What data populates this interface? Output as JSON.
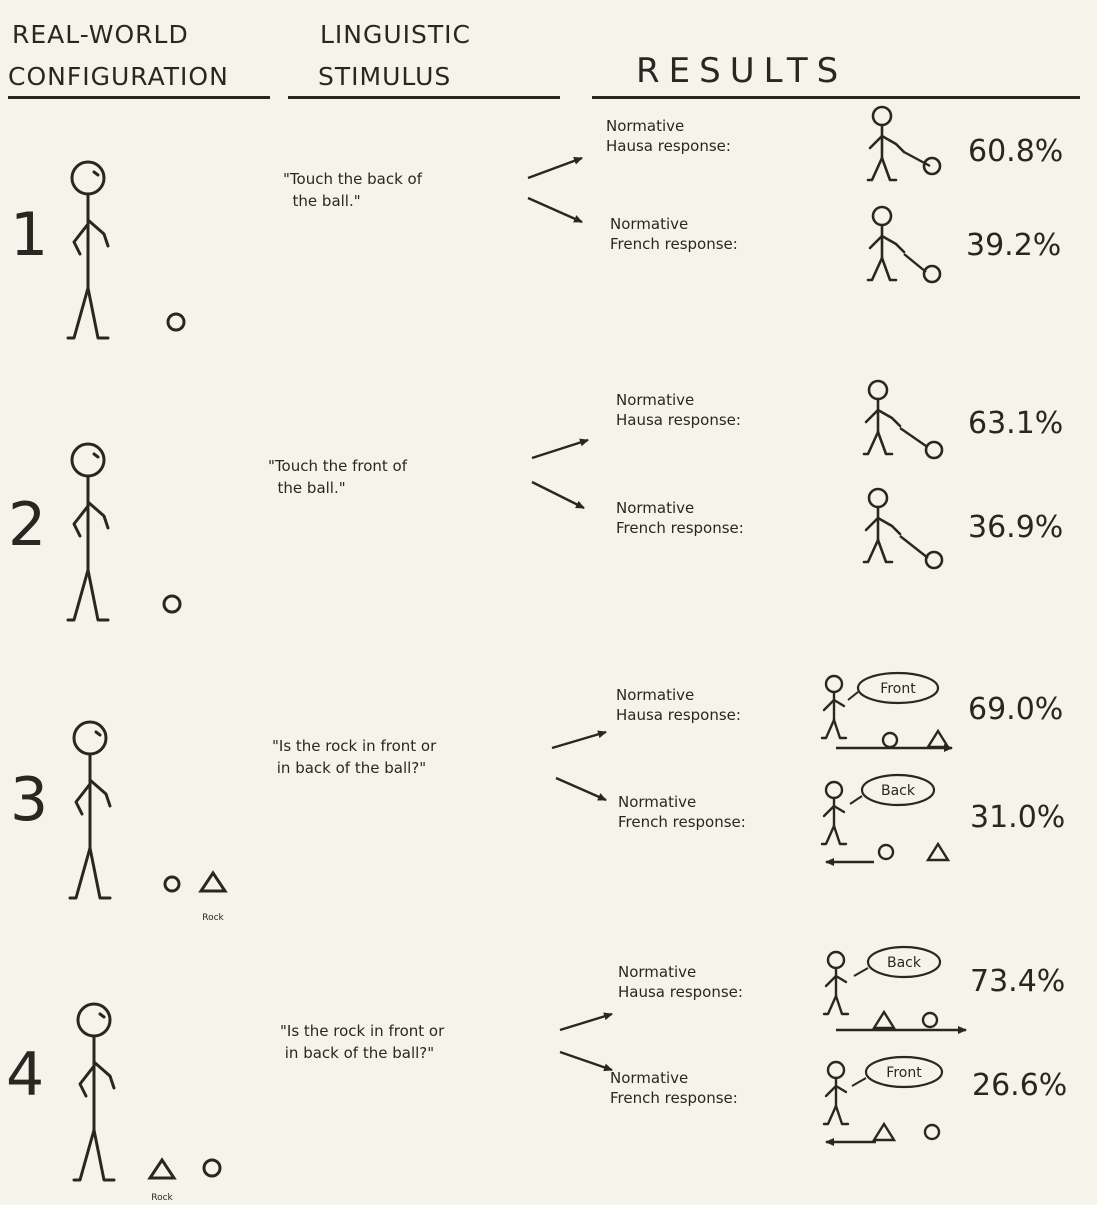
{
  "headers": {
    "config_line1": "REAL-WORLD",
    "config_line2": "CONFIGURATION",
    "stimulus_line1": "LINGUISTIC",
    "stimulus_line2": "STIMULUS",
    "results": "RESULTS"
  },
  "rows": [
    {
      "number": "1",
      "stimulus": "\"Touch the back of\n  the ball.\"",
      "hausa_label": "Normative\nHausa response:",
      "hausa_pct": "60.8%",
      "french_label": "Normative\nFrench response:",
      "french_pct": "39.2%"
    },
    {
      "number": "2",
      "stimulus": "\"Touch the front of\n  the ball.\"",
      "hausa_label": "Normative\nHausa response:",
      "hausa_pct": "63.1%",
      "french_label": "Normative\nFrench response:",
      "french_pct": "36.9%"
    },
    {
      "number": "3",
      "stimulus": "\"Is the rock in front or\n in back of the ball?\"",
      "rock_label": "Rock",
      "hausa_label": "Normative\nHausa response:",
      "hausa_bubble": "Front",
      "hausa_pct": "69.0%",
      "french_label": "Normative\nFrench response:",
      "french_bubble": "Back",
      "french_pct": "31.0%"
    },
    {
      "number": "4",
      "stimulus": "\"Is the rock in front or\n in back of the ball?\"",
      "rock_label": "Rock",
      "hausa_label": "Normative\nHausa response:",
      "hausa_bubble": "Back",
      "hausa_pct": "73.4%",
      "french_label": "Normative\nFrench response:",
      "french_bubble": "Front",
      "french_pct": "26.6%"
    }
  ]
}
